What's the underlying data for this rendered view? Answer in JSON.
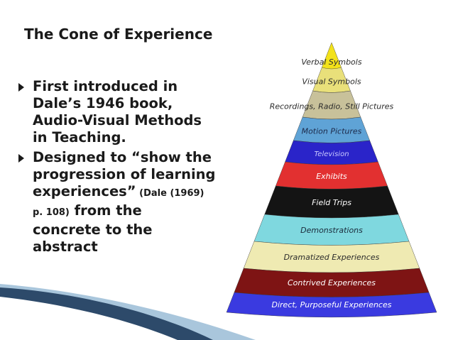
{
  "slide": {
    "title": "The Cone of Experience",
    "bullet1": {
      "lines": [
        "First introduced in",
        "Dale’s 1946 book,",
        "Audio-Visual Methods",
        "in Teaching."
      ]
    },
    "bullet2": {
      "line1": "Designed  to “show the",
      "line2": "progression of learning",
      "line3_main": "experiences”",
      "line3_cite": " (Dale (1969)",
      "line4_cite": "p. 108)",
      "line4_main": "  from the",
      "line5": "concrete to the",
      "line6": "abstract"
    }
  },
  "cone": {
    "bands": [
      {
        "label": "Verbal Symbols",
        "color": "#f3e21a",
        "text_color": "#2b2b2b"
      },
      {
        "label": "Visual Symbols",
        "color": "#e9e07a",
        "text_color": "#2b2b2b"
      },
      {
        "label": "Recordings, Radio, Still Pictures",
        "color": "#c8c19a",
        "text_color": "#2b2b2b"
      },
      {
        "label": "Motion Pictures",
        "color": "#5fa3d6",
        "text_color": "#1d2a4a"
      },
      {
        "label": "Television",
        "color": "#2a24c9",
        "text_color": "#c9c9ff"
      },
      {
        "label": "Exhibits",
        "color": "#e23030",
        "text_color": "#ffffff"
      },
      {
        "label": "Field Trips",
        "color": "#141414",
        "text_color": "#ffffff"
      },
      {
        "label": "Demonstrations",
        "color": "#7fd8df",
        "text_color": "#1a2a3a"
      },
      {
        "label": "Dramatized Experiences",
        "color": "#efeab2",
        "text_color": "#2b2b2b"
      },
      {
        "label": "Contrived Experiences",
        "color": "#7e1414",
        "text_color": "#ffffff"
      },
      {
        "label": "Direct, Purposeful Experiences",
        "color": "#3a3ae0",
        "text_color": "#ffffff"
      }
    ]
  },
  "colors": {
    "swoosh_dark": "#2d4a6a",
    "swoosh_light": "#8fb3d0"
  }
}
